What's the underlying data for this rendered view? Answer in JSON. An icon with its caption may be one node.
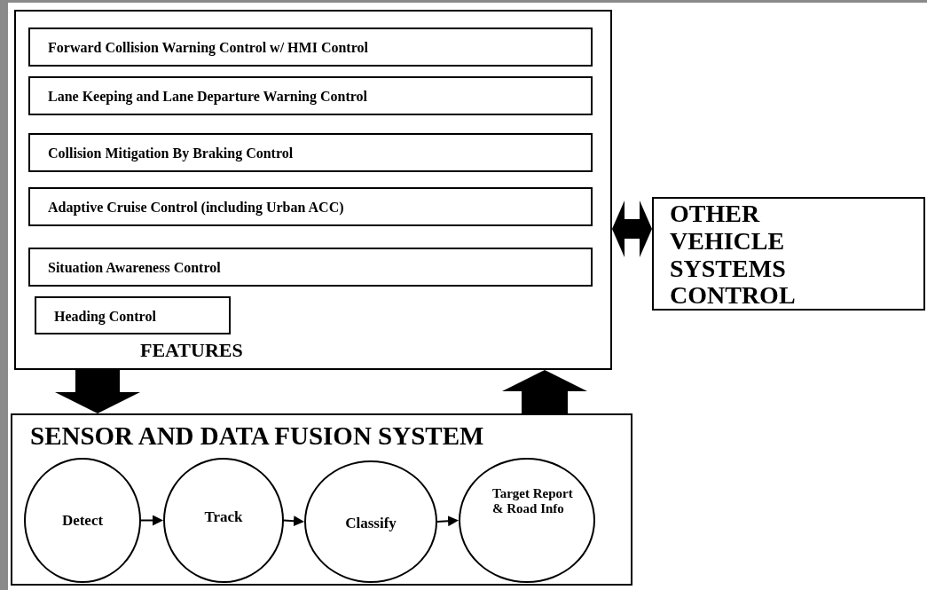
{
  "diagram": {
    "nodes": [
      {
        "text": [
          "FEATURES"
        ]
      },
      {
        "text": [
          "Forward Collision Warning Control w/ HMI Control"
        ],
        "in": 0
      },
      {
        "text": [
          "Lane Keeping and Lane Departure Warning Control"
        ],
        "in": 0
      },
      {
        "text": [
          "Collision Mitigation By Braking Control"
        ],
        "in": 0
      },
      {
        "text": [
          "Adaptive Cruise Control (including Urban ACC)"
        ],
        "in": 0
      },
      {
        "text": [
          "Situation Awareness Control"
        ],
        "in": 0
      },
      {
        "text": [
          "Heading Control"
        ],
        "in": 0
      },
      {
        "text": [
          "OTHER VEHICLE SYSTEMS CONTROL"
        ]
      },
      {
        "text": [
          "SENSOR AND DATA FUSION SYSTEM"
        ]
      },
      {
        "text": [
          "Detect"
        ],
        "in": 8
      },
      {
        "text": [
          "Track"
        ],
        "in": 8
      },
      {
        "text": [
          "Classify"
        ],
        "in": 8
      },
      {
        "text": [
          "Target Report & Road Info"
        ],
        "in": 8
      }
    ],
    "edges": [
      {
        "from": 0,
        "to": 7,
        "arrow": "both",
        "style": "thick"
      },
      {
        "from": 0,
        "to": 8,
        "arrow": "to",
        "style": "thick"
      },
      {
        "from": 8,
        "to": 0,
        "arrow": "to",
        "style": "thick"
      },
      {
        "from": 9,
        "to": 10,
        "arrow": "to"
      },
      {
        "from": 10,
        "to": 11,
        "arrow": "to"
      },
      {
        "from": 11,
        "to": 12,
        "arrow": "to"
      }
    ]
  }
}
